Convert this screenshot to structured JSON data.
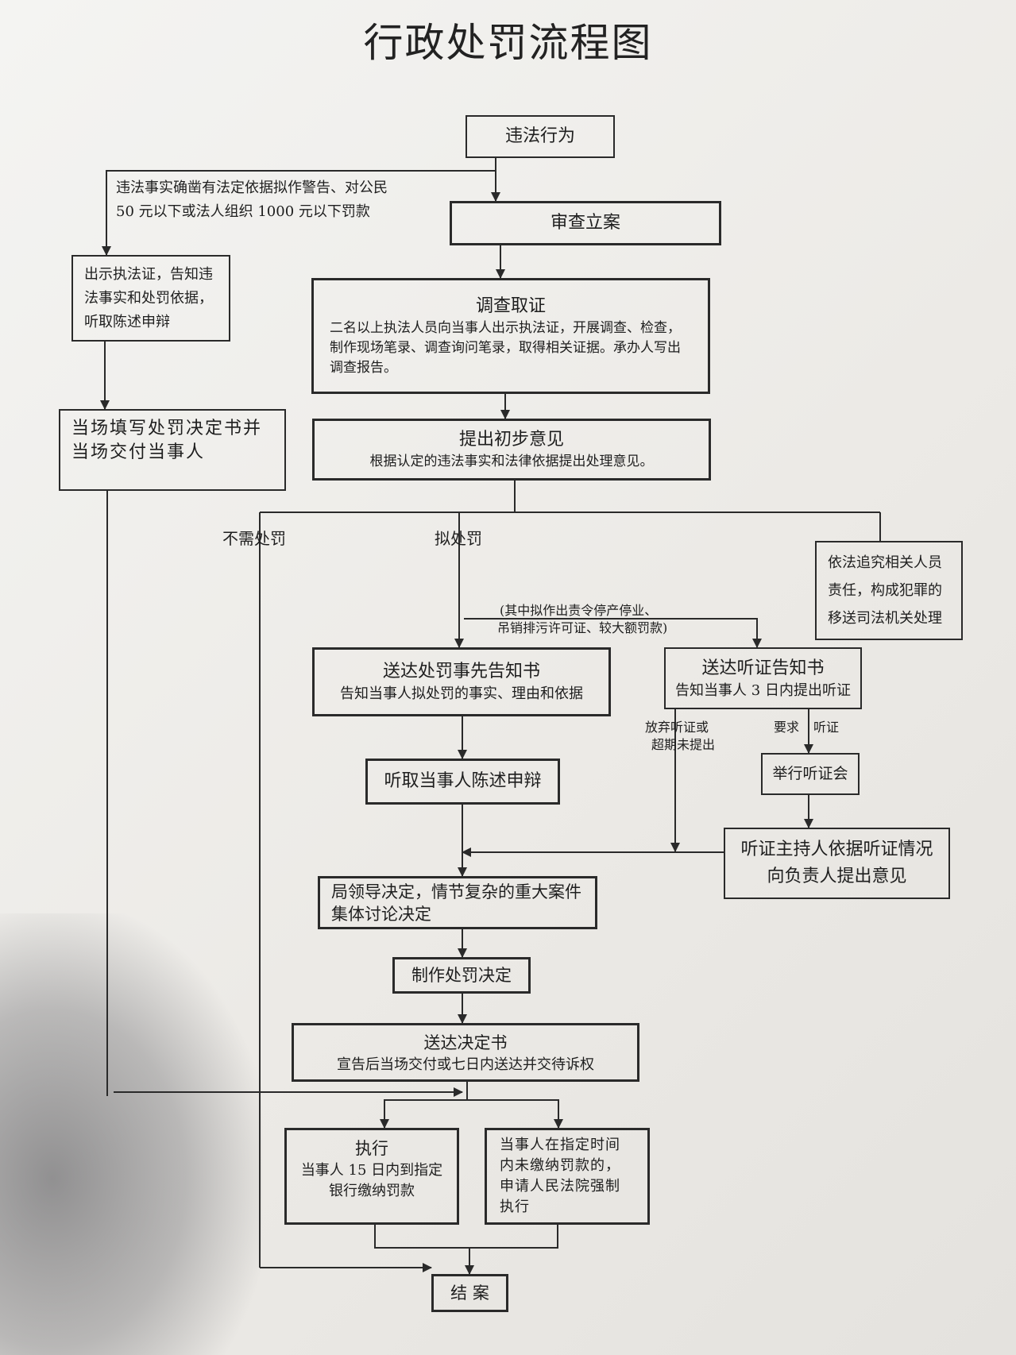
{
  "title": "行政处罚流程图",
  "boxes": {
    "violation": "违法行为",
    "filing": "审查立案",
    "investigation_title": "调查取证",
    "investigation_body": "二名以上执法人员向当事人出示执法证，开展调查、检查，制作现场笔录、调查询问笔录，取得相关证据。承办人写出调查报告。",
    "opinion_title": "提出初步意见",
    "opinion_body": "根据认定的违法事实和法律依据提出处理意见。",
    "show_cert": "出示执法证，告知违法事实和处罚依据，听取陈述申辩",
    "onsite_decision": "当场填写处罚决定书并当场交付当事人",
    "judicial": "依法追究相关人员责任，构成犯罪的移送司法机关处理",
    "prior_notice_title": "送达处罚事先告知书",
    "prior_notice_body": "告知当事人拟处罚的事实、理由和依据",
    "hearing_notice_title": "送达听证告知书",
    "hearing_notice_body": "告知当事人 3 日内提出听证",
    "hear_defense": "听取当事人陈述申辩",
    "hold_hearing": "举行听证会",
    "host_opinion": "听证主持人依据听证情况向负责人提出意见",
    "leader_decision": "局领导决定，情节复杂的重大案件集体讨论决定",
    "make_decision": "制作处罚决定",
    "deliver_title": "送达决定书",
    "deliver_body": "宣告后当场交付或七日内送达并交待诉权",
    "execute_title": "执行",
    "execute_body": "当事人 15 日内到指定银行缴纳罚款",
    "enforce": "当事人在指定时间内未缴纳罚款的，申请人民法院强制执行",
    "close": "结 案"
  },
  "labels": {
    "simple_condition_1": "违法事实确凿有法定依据拟作警告、对公民",
    "simple_condition_2": "50 元以下或法人组织 1000 元以下罚款",
    "no_penalty": "不需处罚",
    "propose_penalty": "拟处罚",
    "hearing_scope_1": "(其中拟作出责令停产停业、",
    "hearing_scope_2": "吊销排污许可证、较大额罚款)",
    "waive_1": "放弃听证或",
    "waive_2": "超期未提出",
    "request": "要求",
    "hearing": "听证"
  }
}
